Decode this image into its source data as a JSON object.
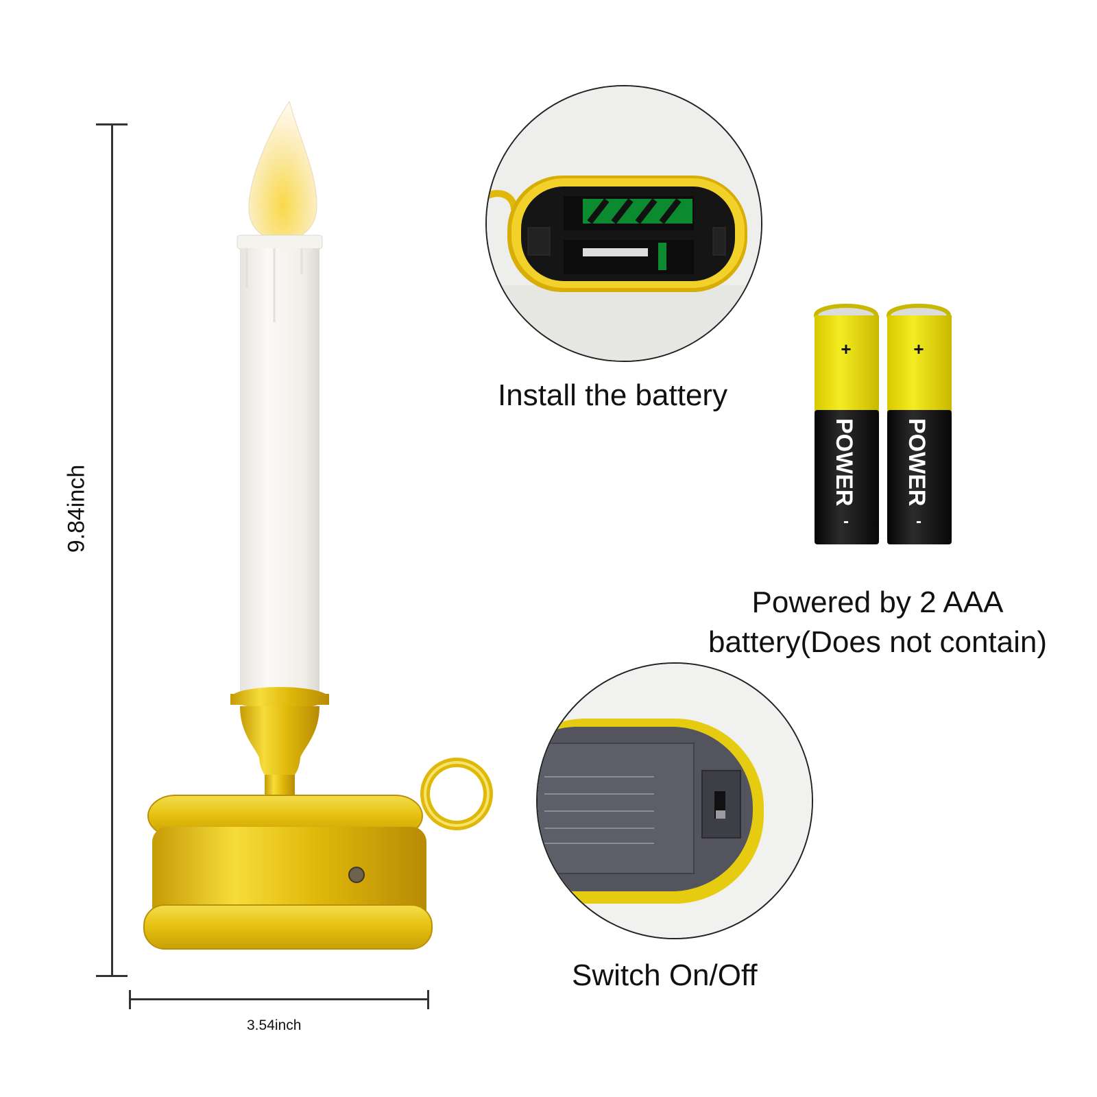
{
  "dimensions": {
    "height_label": "9.84inch",
    "width_label": "3.54inch"
  },
  "callouts": {
    "install": {
      "caption": "Install the battery"
    },
    "power": {
      "caption_line1": "Powered by 2 AAA",
      "caption_line2": "battery(Does not contain)"
    },
    "switch": {
      "caption": "Switch On/Off"
    }
  },
  "batteries": [
    {
      "brand": "POWER",
      "positive": "+",
      "negative": "-"
    },
    {
      "brand": "POWER",
      "positive": "+",
      "negative": "-"
    }
  ],
  "colors": {
    "gold": "#e8c20a",
    "gold_dark": "#b8900a",
    "candle_white": "#f3f1ec",
    "flame": "#f7d65a",
    "battery_yellow": "#e9e000",
    "battery_black": "#1a1a1a",
    "dim_line": "#333333"
  }
}
